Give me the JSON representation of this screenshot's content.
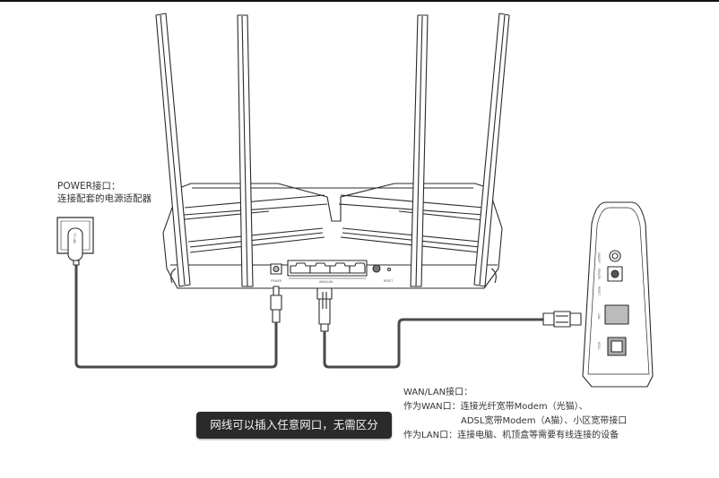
{
  "diagram": {
    "type": "router-connection-diagram",
    "router": {
      "antenna_count": 4,
      "rear_ports": [
        {
          "label": "POWER",
          "type": "dc-power-jack"
        },
        {
          "label": "WAN/LAN",
          "type": "ethernet",
          "count": 4
        },
        {
          "label": "",
          "type": "wps-button"
        },
        {
          "label": "RESET",
          "type": "pinhole-reset"
        }
      ]
    },
    "modem": {
      "ports": [
        "ON/OFF",
        "POWER",
        "RESET",
        "LAN",
        "ADSL"
      ]
    },
    "power_adapter": {
      "brand_mark": "TP-LINK"
    }
  },
  "annotations": {
    "power": {
      "title": "POWER接口：",
      "desc": "连接配套的电源适配器"
    },
    "wan_lan": {
      "title": "WAN/LAN接口：",
      "wan_prefix": "作为WAN口：",
      "wan_line1": "连接光纤宽带Modem（光猫）、",
      "wan_line2": "ADSL宽带Modem（A猫）、小区宽带接口",
      "lan_prefix": "作为LAN口：",
      "lan_line": "连接电脑、机顶盒等需要有线连接的设备"
    },
    "tip": "网线可以插入任意网口，无需区分"
  },
  "colors": {
    "line": "#2b2b2b",
    "cable": "#4a4a4a",
    "tip_bg": "#2a2a2a",
    "tip_text": "#f2f2f2"
  }
}
